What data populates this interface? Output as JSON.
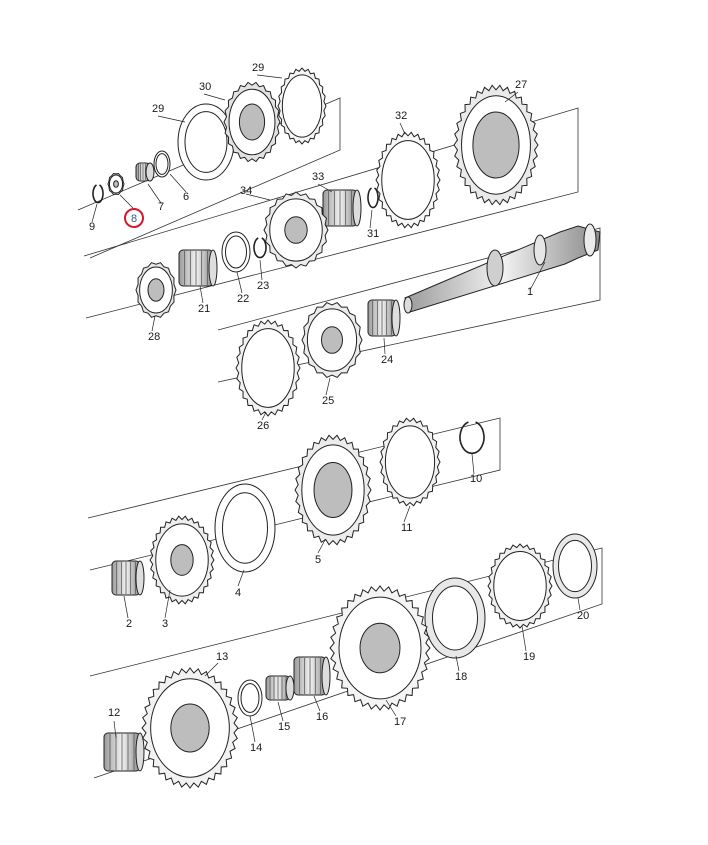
{
  "diagram": {
    "highlight": {
      "label": "8",
      "ring_color": "#d3172d",
      "text_color": "#3b5a8c"
    },
    "callouts": [
      "1",
      "2",
      "3",
      "4",
      "5",
      "6",
      "7",
      "9",
      "10",
      "11",
      "12",
      "13",
      "14",
      "15",
      "16",
      "17",
      "18",
      "19",
      "20",
      "21",
      "22",
      "23",
      "24",
      "25",
      "26",
      "27",
      "28",
      "29",
      "29",
      "30",
      "31",
      "32",
      "33",
      "34"
    ],
    "colors": {
      "line": "#222222",
      "gear_fill": "#f4f4f4",
      "gear_shade": "#bdbdbd",
      "frame": "#333333"
    }
  }
}
